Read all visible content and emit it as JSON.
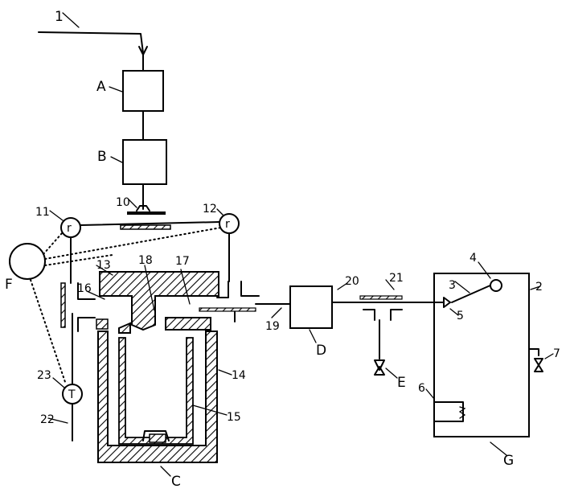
{
  "labels": {
    "n1": "1",
    "A": "A",
    "B": "B",
    "C": "C",
    "D": "D",
    "E": "E",
    "F": "F",
    "G": "G",
    "n2": "2",
    "n3": "3",
    "n4": "4",
    "n5": "5",
    "n6": "6",
    "n7": "7",
    "n10": "10",
    "n11": "11",
    "n12": "12",
    "n13": "13",
    "n14": "14",
    "n15": "15",
    "n16": "16",
    "n17": "17",
    "n18": "18",
    "n19": "19",
    "n20": "20",
    "n21": "21",
    "n22": "22",
    "n23": "23"
  },
  "gauge_letter": "r",
  "gauge_letter_23": "T"
}
